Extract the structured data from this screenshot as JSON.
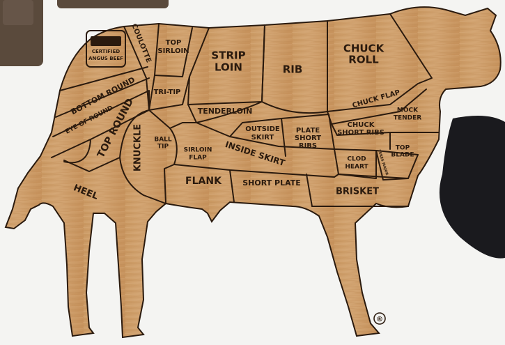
{
  "logo": {
    "line1": "CERTIFIED",
    "line2": "ANGUS BEEF",
    "icon": "angus-cow-icon"
  },
  "cuts": {
    "coulotte": "COULOTTE",
    "top_sirloin_1": "TOP",
    "top_sirloin_2": "SIRLOIN",
    "strip_loin_1": "STRIP",
    "strip_loin_2": "LOIN",
    "rib": "RIB",
    "chuck_roll_1": "CHUCK",
    "chuck_roll_2": "ROLL",
    "bottom_round": "BOTTOM ROUND",
    "tri_tip": "TRI-TIP",
    "tenderloin": "TENDERLOIN",
    "chuck_flap": "CHUCK FLAP",
    "mock_tender_1": "MOCK",
    "mock_tender_2": "TENDER",
    "eye_of_round": "EYE OF ROUND",
    "top_round": "TOP ROUND",
    "knuckle": "KNUCKLE",
    "ball_tip_1": "BALL",
    "ball_tip_2": "TIP",
    "outside_skirt_1": "OUTSIDE",
    "outside_skirt_2": "SKIRT",
    "plate_short_ribs_1": "PLATE",
    "plate_short_ribs_2": "SHORT",
    "plate_short_ribs_3": "RIBS",
    "chuck_short_ribs_1": "CHUCK",
    "chuck_short_ribs_2": "SHORT RIBS",
    "sirloin_flap_1": "SIRLOIN",
    "sirloin_flap_2": "FLAP",
    "inside_skirt": "INSIDE SKIRT",
    "clod_heart_1": "CLOD",
    "clod_heart_2": "HEART",
    "teres_major": "TERES MAJOR",
    "top_blade_1": "TOP",
    "top_blade_2": "BLADE",
    "heel": "HEEL",
    "flank": "FLANK",
    "short_plate": "SHORT PLATE",
    "brisket": "BRISKET"
  },
  "registered_mark": "®",
  "colors": {
    "wood": "#c99a67",
    "wood_dark": "#b9854f",
    "engraving": "#2a1a0e",
    "background": "#f4f4f2"
  }
}
